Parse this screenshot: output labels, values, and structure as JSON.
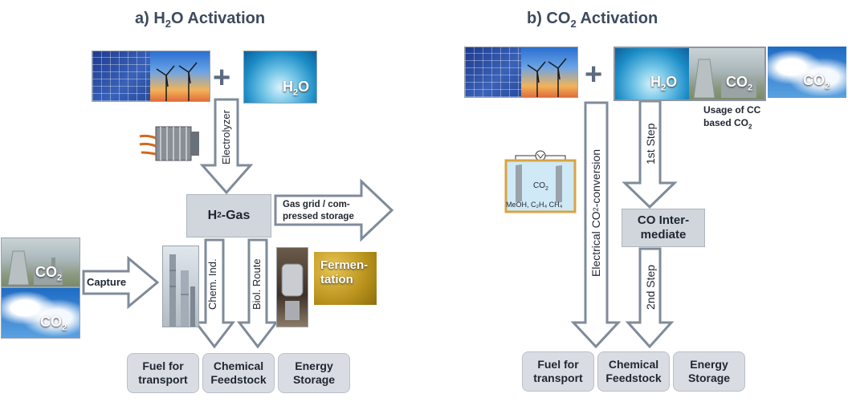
{
  "panel_a": {
    "title_prefix": "a)  H",
    "title_sub": "2",
    "title_suffix": "O Activation",
    "plus": "+",
    "water_label_main": "H",
    "water_label_sub": "2",
    "water_label_end": "O",
    "electrolyzer_label": "Electrolyzer",
    "h2gas_main": "H",
    "h2gas_sub": "2",
    "h2gas_end": "-Gas",
    "gas_grid_line1": "Gas grid / com-",
    "gas_grid_line2": "pressed storage",
    "capture_label": "Capture",
    "co2_top_main": "CO",
    "co2_top_sub": "2",
    "co2_bottom_main": "CO",
    "co2_bottom_sub": "2",
    "chem_label": "Chem. Ind.",
    "biol_label": "Biol. Route",
    "ferm_line1": "Fermen-",
    "ferm_line2": "tation",
    "outputs": [
      {
        "line1": "Fuel for",
        "line2": "transport"
      },
      {
        "line1": "Chemical",
        "line2": "Feedstock"
      },
      {
        "line1": "Energy",
        "line2": "Storage"
      }
    ]
  },
  "panel_b": {
    "title_prefix": "b)  CO",
    "title_sub": "2",
    "title_suffix": " Activation",
    "plus": "+",
    "img_h2o_main": "H",
    "img_h2o_sub": "2",
    "img_h2o_end": "O",
    "img_co2_main": "CO",
    "img_co2_sub": "2",
    "img_co2b_main": "CO",
    "img_co2b_sub": "2",
    "usage_line1": "Usage of CC",
    "usage_line2_main": "based CO",
    "usage_line2_sub": "2",
    "electrical_main": "Electrical CO",
    "electrical_sub": "2",
    "electrical_end": "-conversion",
    "first_step": "1st Step",
    "second_step": "2nd Step",
    "co_line1": "CO Inter-",
    "co_line2": "mediate",
    "cell_co2": "CO",
    "cell_co2_sub": "2",
    "cell_products": "MeOH, C₂H₄ CH₄",
    "outputs": [
      {
        "line1": "Fuel for",
        "line2": "transport"
      },
      {
        "line1": "Chemical",
        "line2": "Feedstock"
      },
      {
        "line1": "Energy",
        "line2": "Storage"
      }
    ]
  }
}
